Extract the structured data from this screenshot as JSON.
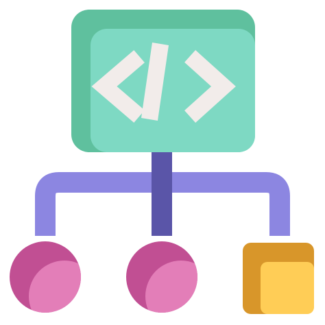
{
  "icon": {
    "name": "code-structure-hierarchy-icon",
    "palette": {
      "monitor_dark": "#5FC09E",
      "monitor_light": "#7ED9C3",
      "code_glyph": "#F2ECEA",
      "connector_light": "#8C86E1",
      "connector_dark": "#5A55A8",
      "node_circle_dark": "#C14F93",
      "node_circle_light": "#E37EB8",
      "node_square_dark": "#D8962A",
      "node_square_light": "#FFCD56"
    },
    "nodes": [
      "circle-node",
      "circle-node",
      "square-node"
    ]
  }
}
